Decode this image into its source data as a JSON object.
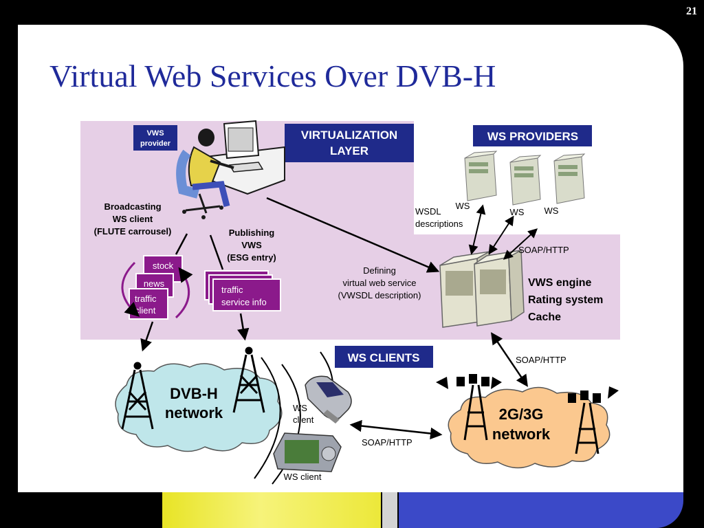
{
  "page_number": "21",
  "title": "Virtual Web Services Over DVB-H",
  "diagram": {
    "vws_provider": [
      "VWS",
      "provider"
    ],
    "virtualization_layer": [
      "VIRTUALIZATION",
      "LAYER"
    ],
    "ws_providers": "WS PROVIDERS",
    "ws_clients": "WS CLIENTS",
    "broadcasting": [
      "Broadcasting",
      "WS client",
      "(FLUTE carrousel)"
    ],
    "publishing": [
      "Publishing",
      "VWS",
      "(ESG entry)"
    ],
    "defining": [
      "Defining",
      "virtual web service",
      "(VWSDL description)"
    ],
    "wsdl": [
      "WSDL",
      "descriptions"
    ],
    "ws_labels": [
      "WS",
      "WS",
      "WS"
    ],
    "soap_http": "SOAP/HTTP",
    "engine": [
      "VWS engine",
      "Rating system",
      "Cache"
    ],
    "cards_left": [
      "stock",
      "news",
      "traffic",
      "client"
    ],
    "cards_right": [
      "traffic",
      "service info"
    ],
    "dvbh_network": [
      "DVB-H",
      "network"
    ],
    "g3_network": [
      "2G/3G",
      "network"
    ],
    "ws_client_phone": [
      "WS",
      "client"
    ],
    "ws_client_pda": "WS client"
  }
}
